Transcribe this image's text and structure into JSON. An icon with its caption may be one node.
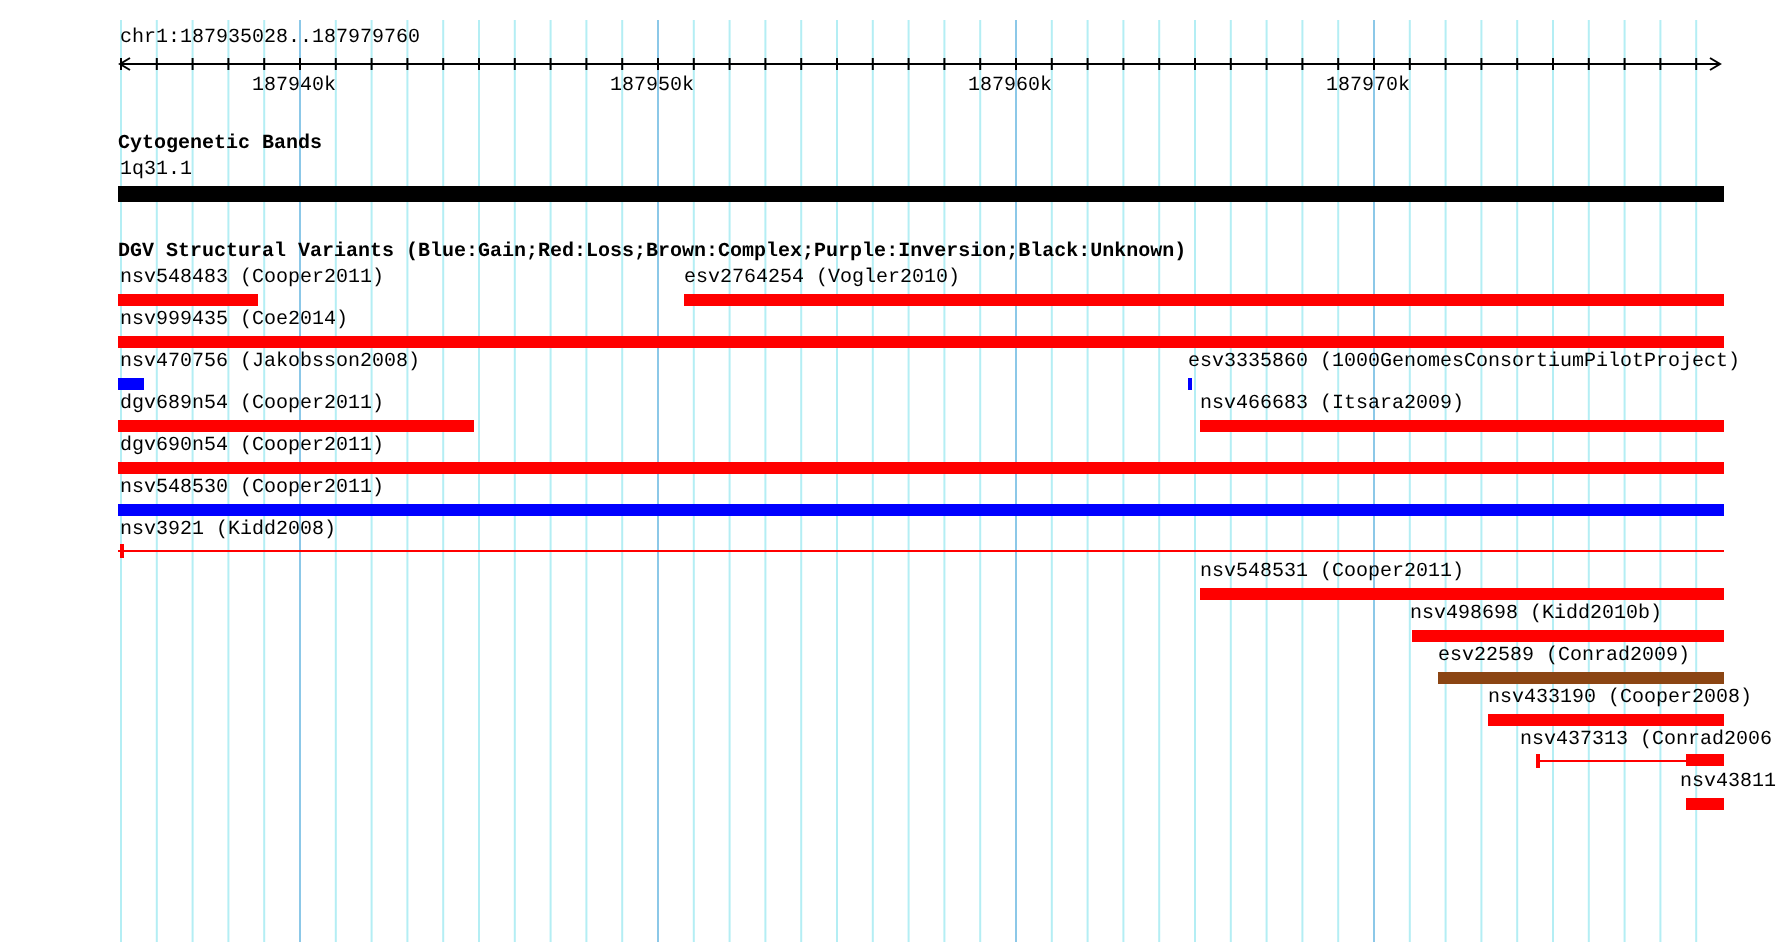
{
  "diagram": {
    "nodes": [
      {
        "text": [
          "1q31.1"
        ]
      },
      {
        "text": [
          "nsv548483 (Cooper2011)"
        ]
      },
      {
        "text": [
          "esv2764254 (Vogler2010)"
        ]
      },
      {
        "text": [
          "nsv999435 (Coe2014)"
        ]
      },
      {
        "text": [
          "nsv470756 (Jakobsson2008)"
        ]
      },
      {
        "text": [
          "esv3335860 (1000GenomesConsortiumPilotProject)"
        ]
      },
      {
        "text": [
          "dgv689n54 (Cooper2011)"
        ]
      },
      {
        "text": [
          "nsv466683 (Itsara2009)"
        ]
      },
      {
        "text": [
          "dgv690n54 (Cooper2011)"
        ]
      },
      {
        "text": [
          "nsv548530 (Cooper2011)"
        ]
      },
      {
        "text": [
          "nsv3921 (Kidd2008)"
        ]
      },
      {
        "text": [
          "nsv548531 (Cooper2011)"
        ]
      },
      {
        "text": [
          "nsv498698 (Kidd2010b)"
        ]
      },
      {
        "text": [
          "esv22589 (Conrad2009)"
        ]
      },
      {
        "text": [
          "nsv433190 (Cooper2008)"
        ]
      },
      {
        "text": [
          "nsv437313 (Conrad2006"
        ]
      },
      {
        "text": [
          "nsv43811"
        ]
      }
    ],
    "labels": [
      "chr1:187935028..187979760",
      "187940k",
      "187950k",
      "187960k",
      "187970k",
      "Cytogenetic Bands",
      "DGV Structural Variants (Blue:Gain;Red:Loss;Brown:Complex;Purple:Inversion;Black:Unknown)"
    ]
  }
}
